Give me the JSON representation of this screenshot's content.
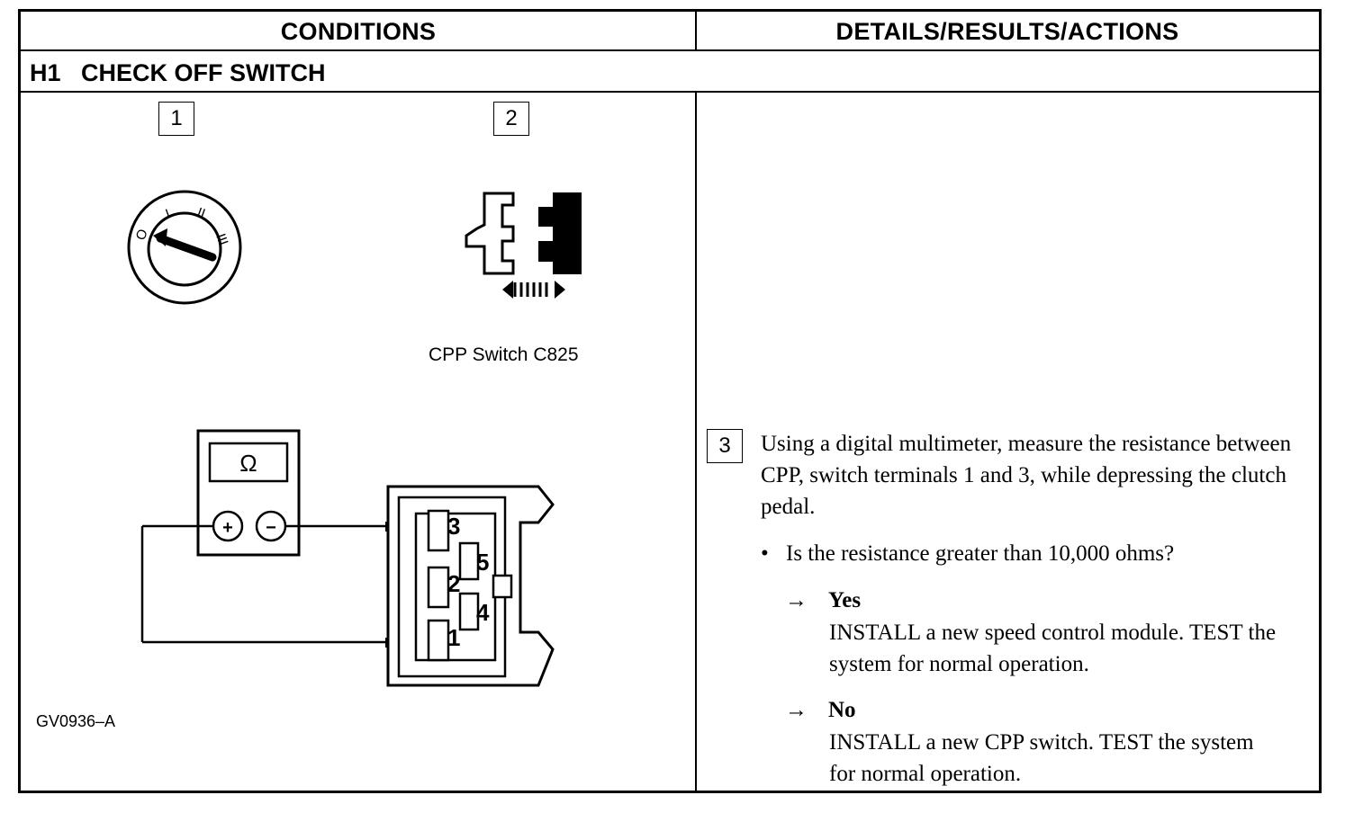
{
  "header": {
    "conditions": "CONDITIONS",
    "details": "DETAILS/RESULTS/ACTIONS"
  },
  "section": {
    "title": "H1   CHECK OFF SWITCH"
  },
  "figure": {
    "step1": "1",
    "step2": "2",
    "ignition_labels": [
      "O",
      "I",
      "II",
      "III"
    ],
    "cpp_caption": "CPP Switch C825",
    "meter_symbol": "Ω",
    "meter_plus": "+",
    "meter_minus": "−",
    "terminals": [
      "3",
      "5",
      "2",
      "4",
      "1"
    ],
    "code": "GV0936–A"
  },
  "action": {
    "step": "3",
    "instruction": "Using a digital multimeter, measure the resistance between CPP, switch terminals 1 and 3, while depressing the clutch pedal.",
    "bullet": "•",
    "question": "Is the resistance greater than 10,000 ohms?",
    "arrow": "→",
    "yes_label": "Yes",
    "yes_text": "INSTALL a new speed control module. TEST the system for normal operation.",
    "no_label": "No",
    "no_text": "INSTALL a new CPP switch. TEST the system for normal operation."
  }
}
